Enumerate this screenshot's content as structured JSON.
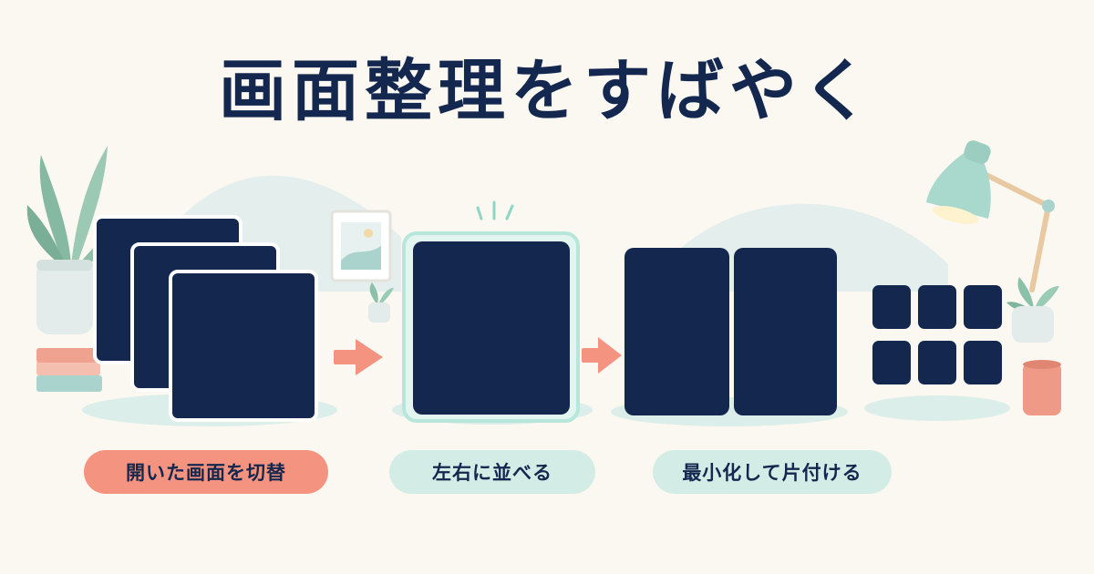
{
  "title": "画面整理をすばやく",
  "steps": [
    {
      "label": "開いた画面を切替"
    },
    {
      "label": "左右に並べる"
    },
    {
      "label": "最小化して片付ける"
    }
  ],
  "icons": {
    "left_decor": "potted-plant-icon",
    "lamp": "desk-lamp-icon",
    "arrow": "arrow-right-icon",
    "books": "book-stack-icon",
    "mug": "mug-icon",
    "frame": "picture-frame-icon",
    "succulent": "succulent-icon"
  },
  "colors": {
    "background": "#fbf8f2",
    "navy": "#14284f",
    "coral": "#f4937f",
    "mint": "#d3ede6",
    "mint_border": "#b7e6da",
    "hills": "#e2eeec"
  }
}
